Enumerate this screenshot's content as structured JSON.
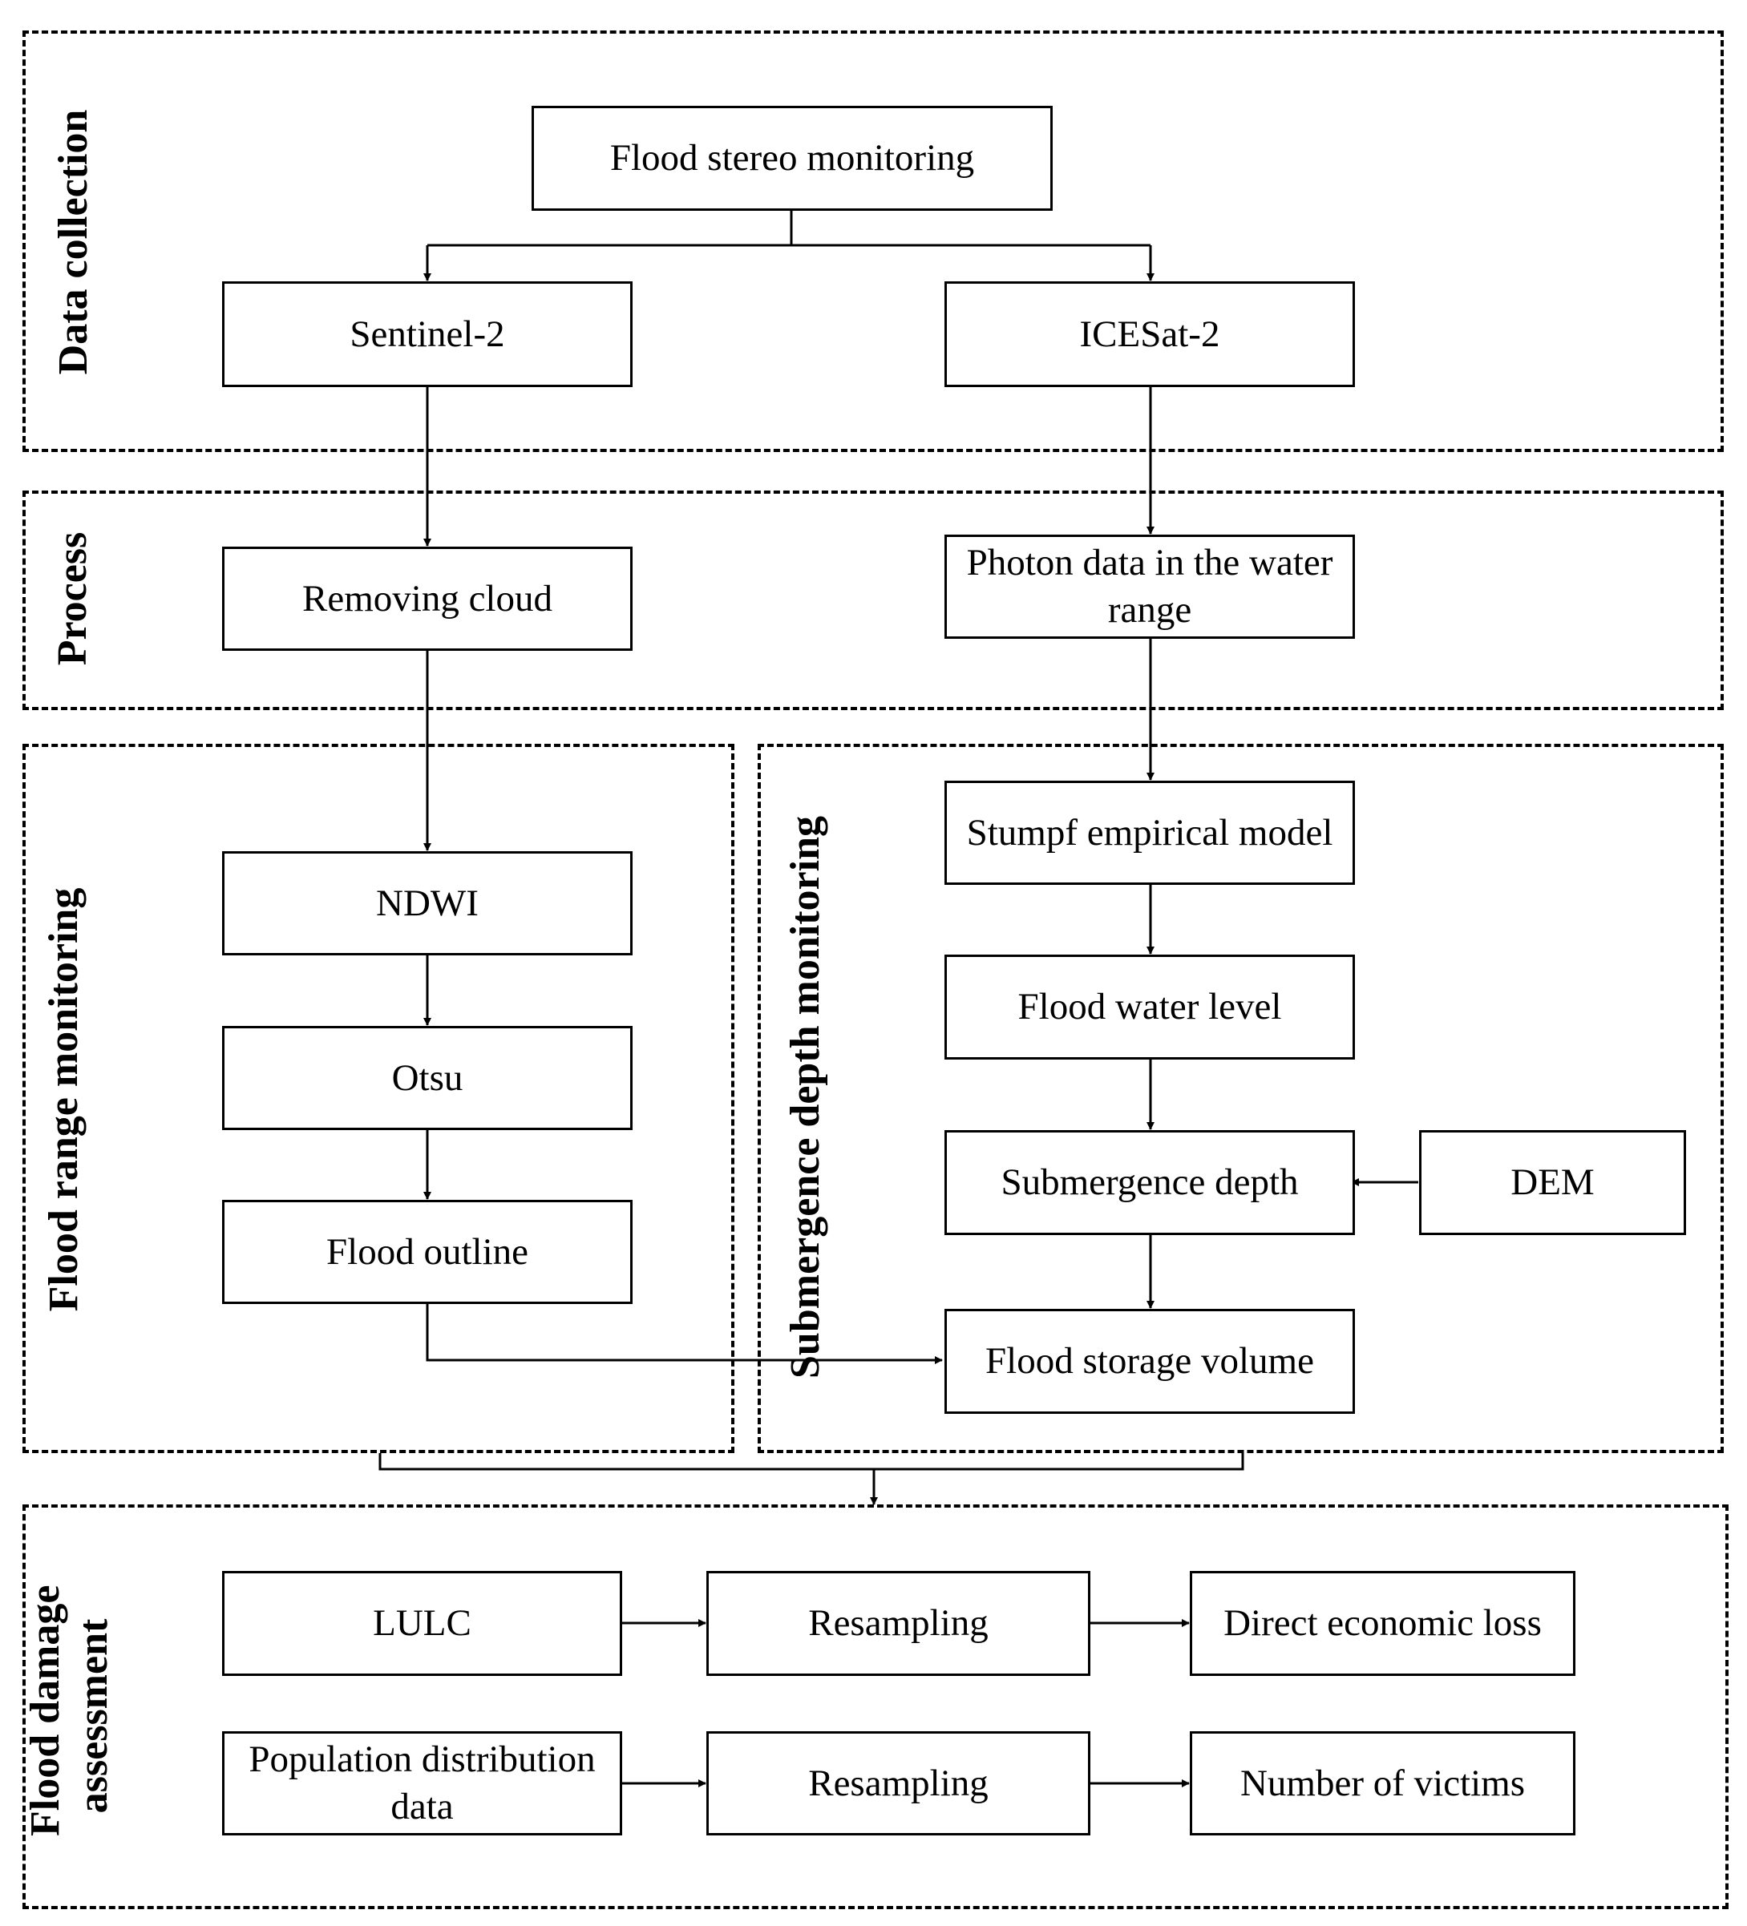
{
  "sections": {
    "data_collection": "Data collection",
    "process": "Process",
    "flood_range": "Flood range monitoring",
    "submergence_depth": "Submergence depth monitoring",
    "damage_line1": "Flood damage",
    "damage_line2": "assessment"
  },
  "nodes": {
    "flood_stereo": "Flood stereo monitoring",
    "sentinel2": "Sentinel-2",
    "icesat2": "ICESat-2",
    "removing_cloud": "Removing cloud",
    "photon_line1": "Photon data in the water",
    "photon_line2": "range",
    "ndwi": "NDWI",
    "otsu": "Otsu",
    "flood_outline": "Flood outline",
    "stumpf": "Stumpf empirical model",
    "water_level": "Flood water level",
    "submergence": "Submergence depth",
    "dem": "DEM",
    "storage_volume": "Flood storage volume",
    "lulc": "LULC",
    "resampling_1": "Resampling",
    "direct_loss": "Direct economic loss",
    "population_line1": "Population distribution",
    "population_line2": "data",
    "resampling_2": "Resampling",
    "victims": "Number of victims"
  }
}
